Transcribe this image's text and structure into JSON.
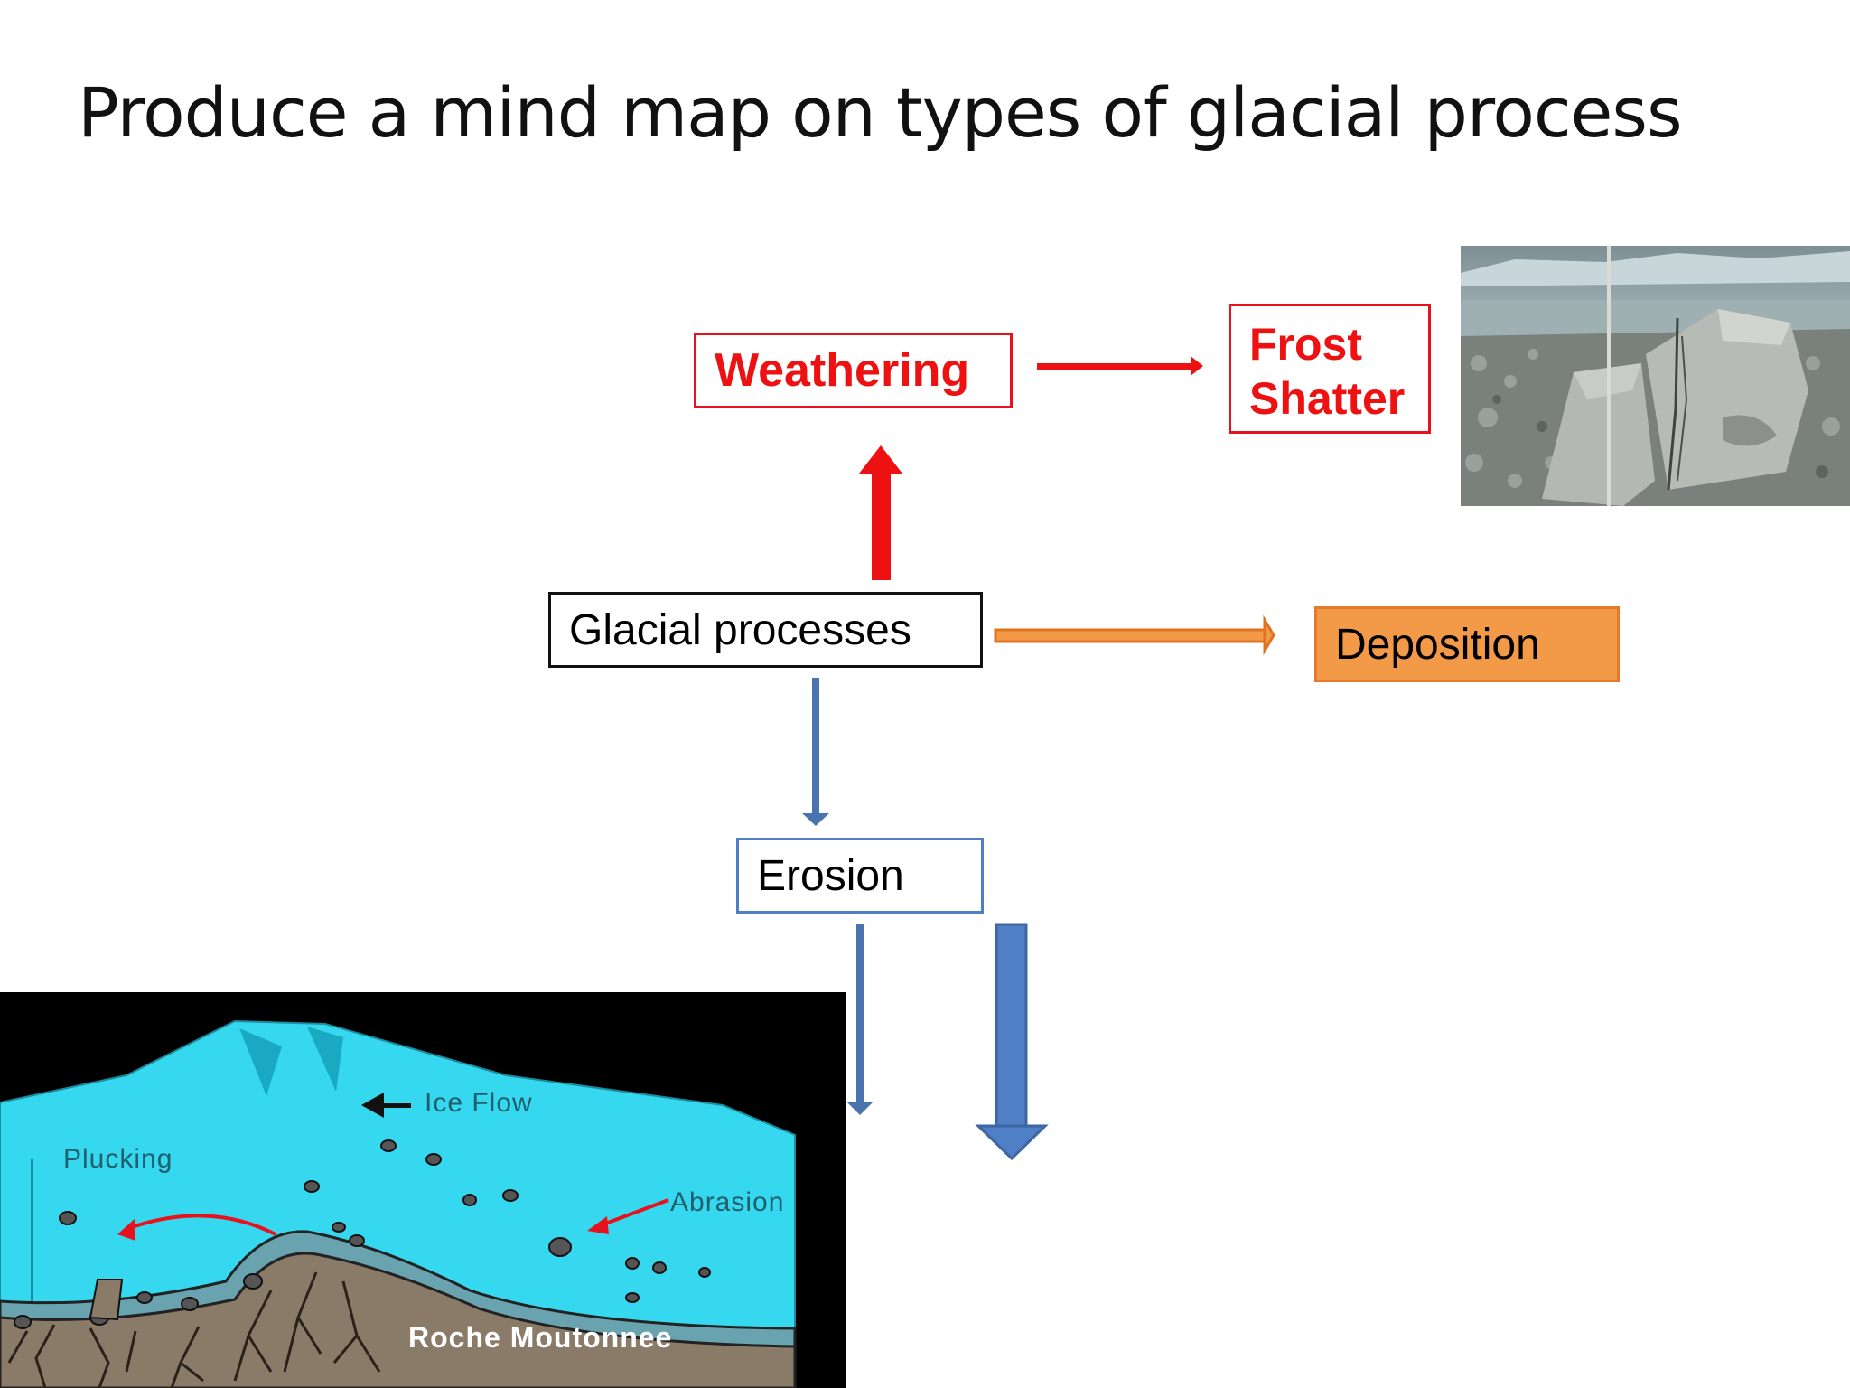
{
  "title": "Produce a mind map on types of glacial process",
  "nodes": {
    "glacial": "Glacial processes",
    "weathering": "Weathering",
    "frost_line1": "Frost",
    "frost_line2": "Shatter",
    "deposition": "Deposition",
    "erosion": "Erosion"
  },
  "diagram": {
    "ice_flow": "Ice Flow",
    "plucking": "Plucking",
    "abrasion": "Abrasion",
    "caption": "Roche Moutonnee"
  },
  "colors": {
    "weathering": "#ee1111",
    "deposition": "#f39a48",
    "erosion": "#4f7fc4",
    "ice": "#35d8ee",
    "bedrock": "#8a7a68"
  }
}
